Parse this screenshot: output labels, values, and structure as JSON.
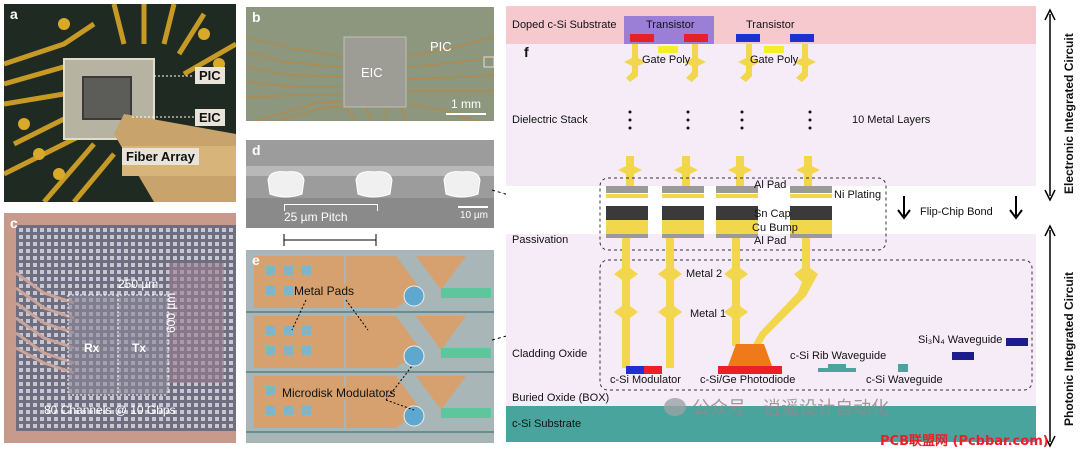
{
  "panel_a": {
    "letter": "a",
    "pic_label": "PIC",
    "eic_label": "EIC",
    "fiber_label": "Fiber Array"
  },
  "panel_b": {
    "letter": "b",
    "eic_label": "EIC",
    "pic_label": "PIC",
    "scale": "1 mm"
  },
  "panel_c": {
    "letter": "c",
    "width_label": "250 µm",
    "height_label": "600 µm",
    "rx": "Rx",
    "tx": "Tx",
    "channels": "80 Channels @ 10 Gbps"
  },
  "panel_d": {
    "letter": "d",
    "pitch": "25 µm Pitch",
    "scale": "10 µm"
  },
  "panel_e": {
    "letter": "e",
    "metal_pads": "Metal Pads",
    "microdisk": "Microdisk Modulators"
  },
  "panel_f": {
    "letter": "f",
    "doped_substrate": "Doped c-Si Substrate",
    "transistor1": "Transistor",
    "transistor2": "Transistor",
    "gate_poly1": "Gate Poly",
    "gate_poly2": "Gate Poly",
    "dielectric_stack": "Dielectric Stack",
    "metal_layers": "10 Metal Layers",
    "al_pad_top": "Al Pad",
    "ni_plating": "Ni Plating",
    "sn_cap": "Sn Cap",
    "cu_bump": "Cu Bump",
    "al_pad_bottom": "Al Pad",
    "flip_chip": "Flip-Chip Bond",
    "passivation": "Passivation",
    "metal2": "Metal 2",
    "metal1": "Metal 1",
    "cladding_oxide": "Cladding Oxide",
    "rib_waveguide": "c-Si Rib Waveguide",
    "si3n4_waveguide": "Si₃N₄ Waveguide",
    "csi_waveguide": "c-Si Waveguide",
    "modulator": "c-Si Modulator",
    "photodiode": "c-Si/Ge Photodiode",
    "buried_oxide": "Buried Oxide (BOX)",
    "substrate": "c-Si Substrate",
    "eic_side": "Electronic Integrated Circuit",
    "pic_side": "Photonic Integrated Circuit"
  },
  "watermark": {
    "wechat": "公众号 · 逍遥设计自动化",
    "site": "PCB联盟网 (Pcbbar.com)"
  },
  "colors": {
    "metal": "#f2d64b",
    "pink": "#f6c9cf",
    "lavender": "#f6ecf8",
    "teal": "#49a49d",
    "dark_blue": "#1c1c8c",
    "transistor_fill": "#9b7fd6",
    "red": "#e8202a",
    "blue": "#1f2fd6",
    "orange": "#f07a1a"
  }
}
